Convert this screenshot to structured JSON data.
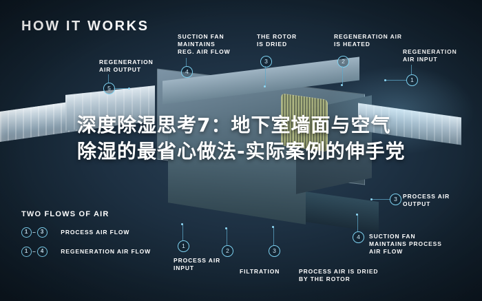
{
  "diagram": {
    "title": "HOW IT WORKS",
    "headline": "深度除湿思考7：地下室墙面与空气除湿的最省心做法-实际案例的伸手党",
    "accent_color": "#7fd3f2",
    "background_color": "#1d3042"
  },
  "callouts": [
    {
      "id": "4-top",
      "number": "4",
      "label": "SUCTION FAN\nMAINTAINS\nREG. AIR FLOW"
    },
    {
      "id": "3-top",
      "number": "3",
      "label": "THE ROTOR\nIS DRIED"
    },
    {
      "id": "2-top",
      "number": "2",
      "label": "REGENERATION AIR\nIS HEATED"
    },
    {
      "id": "1-top",
      "number": "1",
      "label": "REGENERATION\nAIR INPUT"
    },
    {
      "id": "5-left",
      "number": "5",
      "label": "REGENERATION\nAIR OUTPUT"
    },
    {
      "id": "3-right",
      "number": "3",
      "label": "PROCESS AIR\nOUTPUT"
    },
    {
      "id": "4-right",
      "number": "4",
      "label": "SUCTION FAN\nMAINTAINS PROCESS\nAIR FLOW"
    },
    {
      "id": "1-bot",
      "number": "1",
      "label": "PROCESS AIR\nINPUT"
    },
    {
      "id": "2-bot",
      "number": "2",
      "label": "FILTRATION"
    },
    {
      "id": "3-bot",
      "number": "3",
      "label": "PROCESS AIR IS DRIED\nBY THE ROTOR"
    }
  ],
  "legend": {
    "title": "TWO FLOWS OF AIR",
    "rows": [
      {
        "from": "1",
        "to": "3",
        "label": "PROCESS AIR FLOW"
      },
      {
        "from": "1",
        "to": "4",
        "label": "REGENERATION AIR FLOW"
      }
    ]
  }
}
